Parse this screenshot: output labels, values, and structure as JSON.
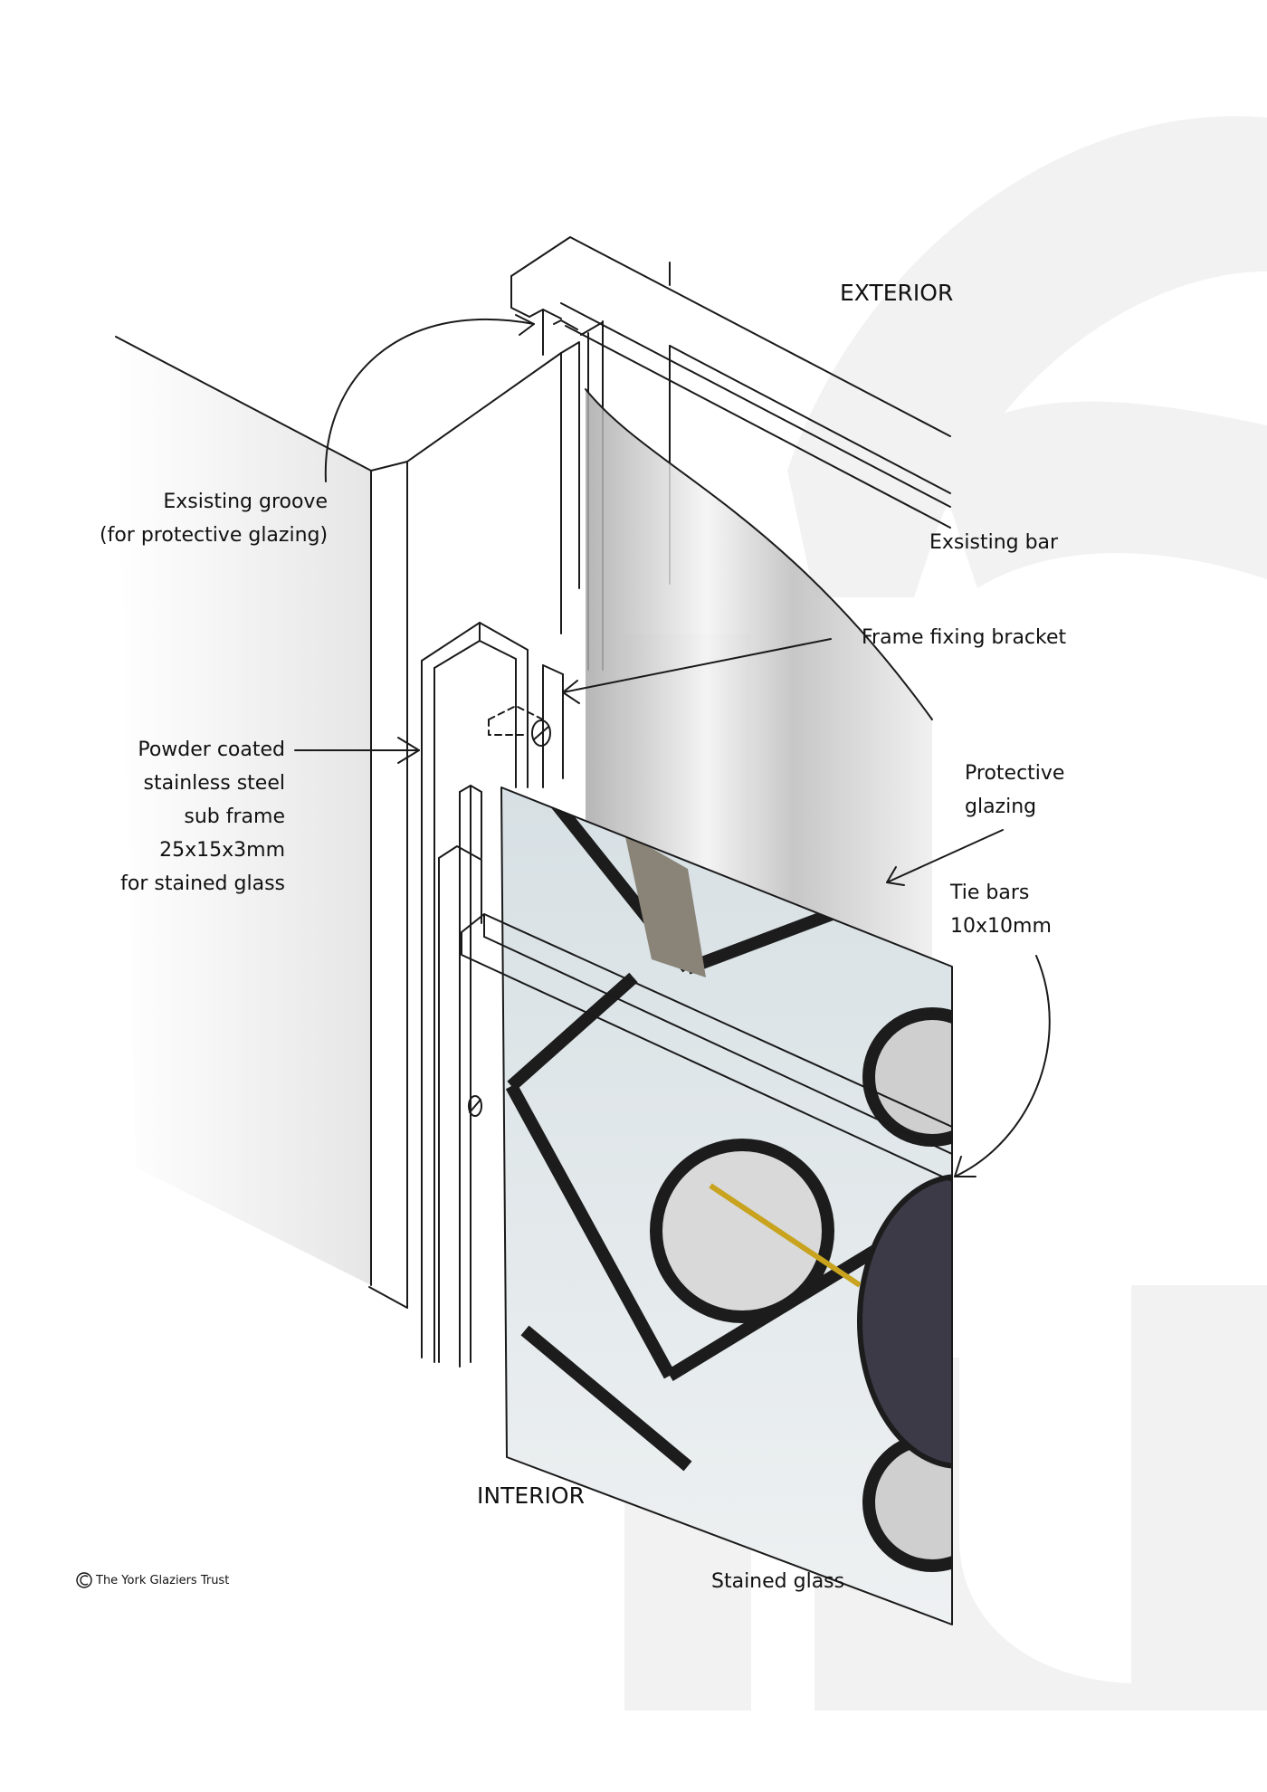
{
  "labels": {
    "exterior": "EXTERIOR",
    "interior": "INTERIOR",
    "existing_groove": "Exsisting groove\n(for protective glazing)",
    "existing_bar": "Exsisting bar",
    "frame_fixing_bracket": "Frame fixing bracket",
    "protective_glazing": "Protective\nglazing",
    "tie_bars": "Tie bars\n10x10mm",
    "sub_frame": "Powder coated\nstainless steel\nsub frame\n25x15x3mm\nfor stained glass",
    "stained_glass": "Stained glass",
    "copyright": "The York Glaziers Trust"
  },
  "watermark": "YG",
  "colors": {
    "line": "#1a1a1a",
    "watermark": "#f2f2f2",
    "wall_shade": "#ececec",
    "glazing": "#c9c9c9",
    "lead": "#1c1c1c",
    "glass": "#dfe4e6",
    "yellow_stain": "#c9a21e",
    "dark_glass": "#3d3a48"
  }
}
